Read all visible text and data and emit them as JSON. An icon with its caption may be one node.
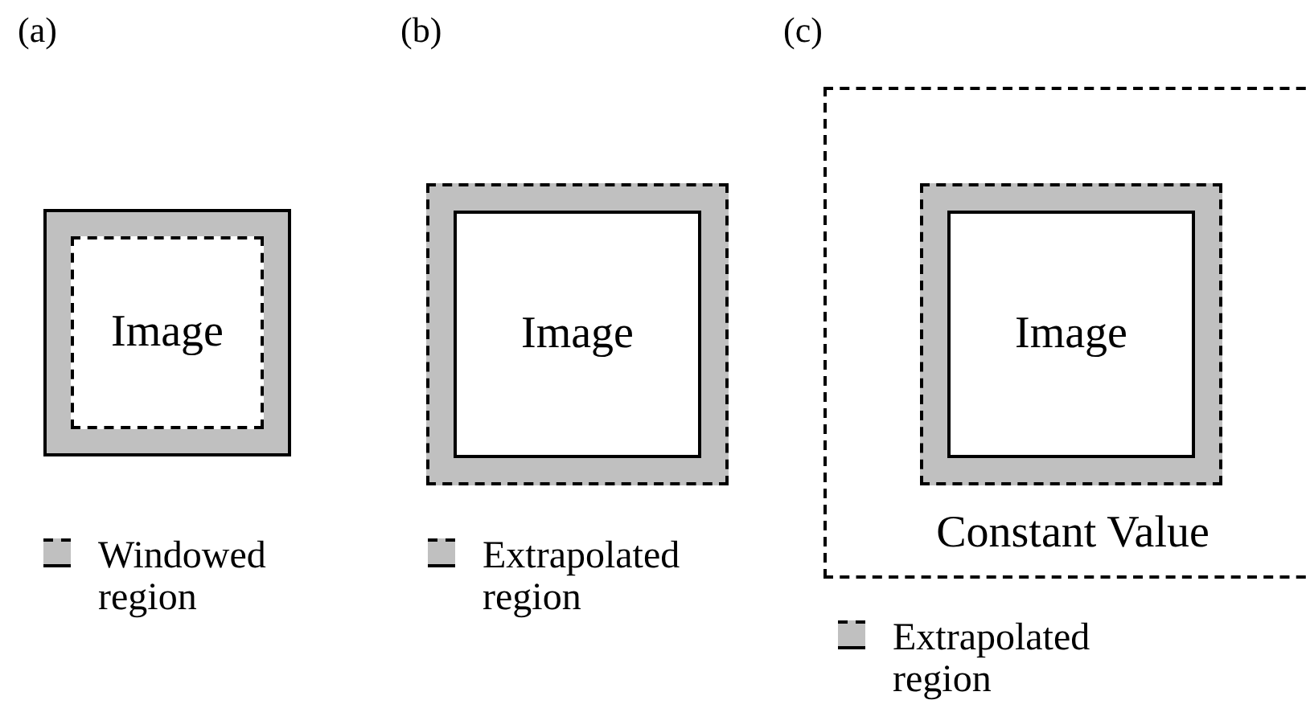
{
  "diagram": {
    "nodes": [
      {
        "text": [],
        "shape": "box"
      },
      {
        "text": [
          "Image"
        ],
        "in": 0
      },
      {
        "text": [],
        "shape": "box"
      },
      {
        "text": [
          "Image"
        ],
        "in": 2
      },
      {
        "text": [
          "Constant Value"
        ]
      },
      {
        "text": [],
        "shape": "box",
        "in": 4
      },
      {
        "text": [
          "Image"
        ],
        "in": 5
      }
    ],
    "edges": [],
    "labels": [
      "(a)",
      "(b)",
      "(c)"
    ],
    "legend": [
      {
        "text": "Windowed region",
        "color": "#c0c0c0"
      },
      {
        "text": "Extrapolated region",
        "color": "#c0c0c0"
      },
      {
        "text": "Extrapolated region",
        "color": "#c0c0c0"
      }
    ]
  }
}
